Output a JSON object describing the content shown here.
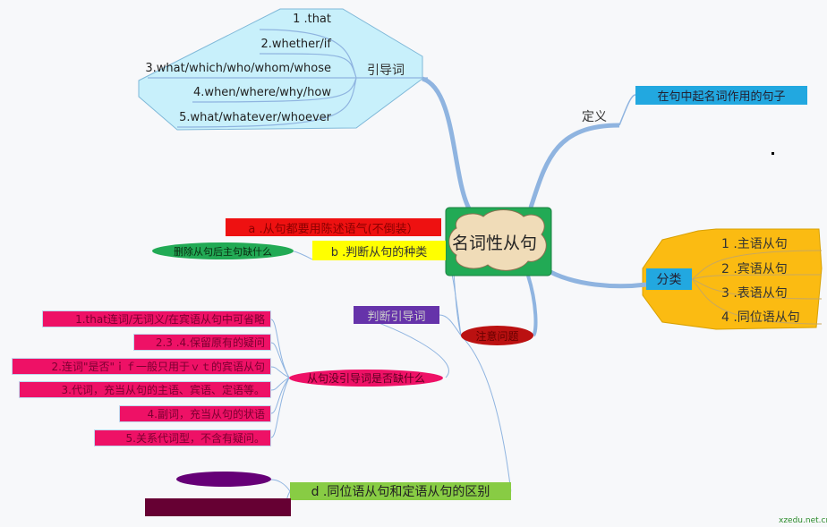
{
  "central": "名词性从句",
  "leading_words": {
    "label": "引导词",
    "items": [
      "1 .that",
      "2.whether/if",
      "3.what/which/who/whom/whose",
      "4.when/where/why/how",
      "5.what/whatever/whoever"
    ]
  },
  "definition": {
    "label": "定义",
    "text": "在句中起名词作用的句子"
  },
  "classification": {
    "label": "分类",
    "items": [
      "1 .主语从句",
      "2 .宾语从句",
      "3 .表语从句",
      "4 .同位语从句"
    ]
  },
  "notes": {
    "label": "注意问题",
    "a": "a .从句都要用陈述语气(不倒装）",
    "b": "b .判断从句的种类",
    "b_child": "删除从句后主句缺什么",
    "c": "判断引导词",
    "c_child": "从句没引导词是否缺什么",
    "c_items": [
      "1.that连词/无词义/在宾语从句中可省略",
      "2.3 .4.保留原有的疑问",
      "2.连词\"是否\"ｉｆ一般只用于ｖｔ的宾语从句",
      "3.代词，充当从句的主语、宾语、定语等。",
      "4.副词，充当从句的状语",
      "5.关系代词型，不含有疑问。"
    ],
    "d": "d .同位语从句和定语从句的区别"
  },
  "watermark": "xzedu.net.cn"
}
